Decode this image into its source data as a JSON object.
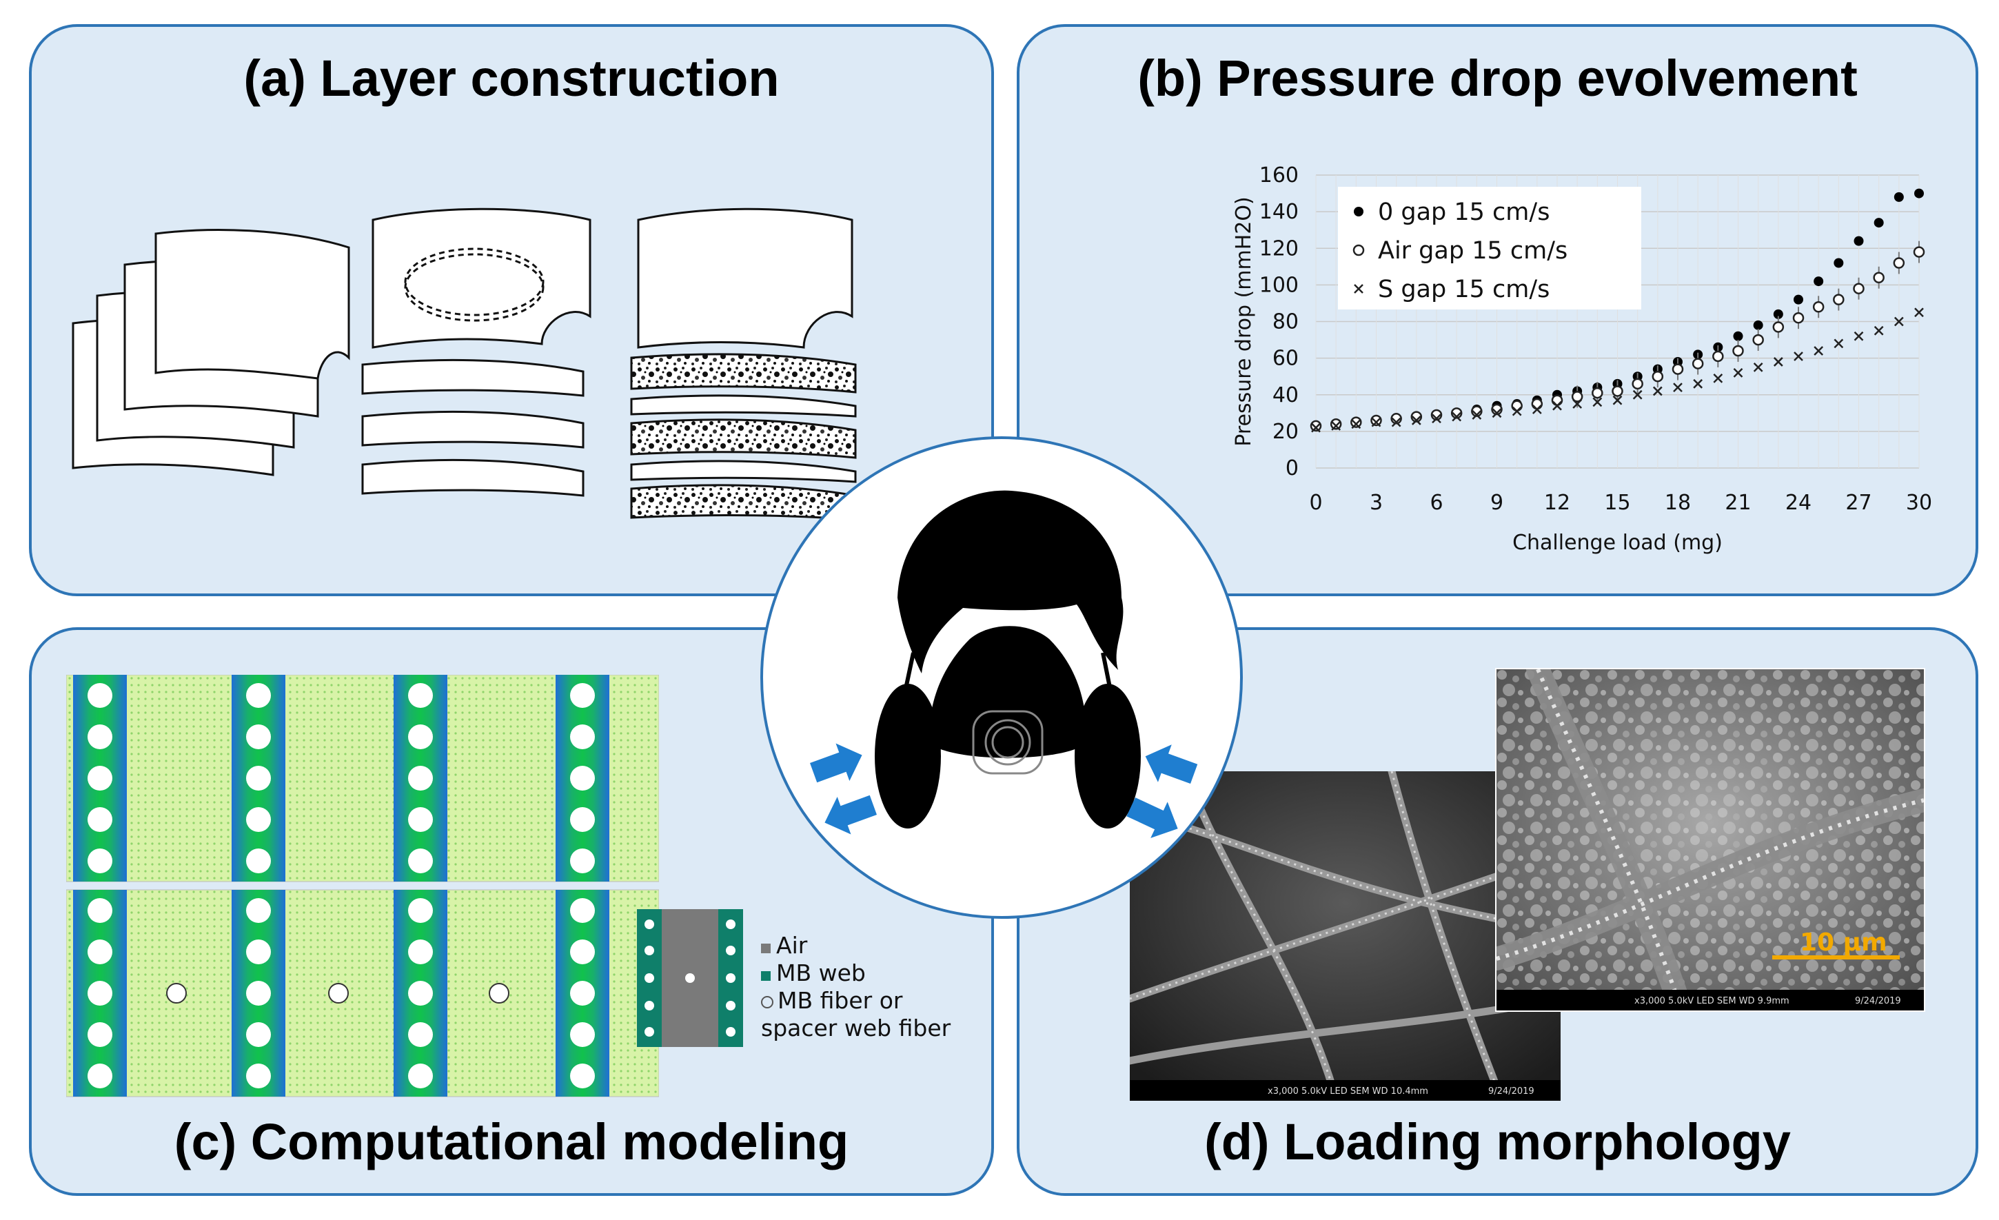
{
  "panels": {
    "a": {
      "title": "(a) Layer construction"
    },
    "b": {
      "title": "(b) Pressure drop evolvement"
    },
    "c": {
      "title": "(c) Computational modeling"
    },
    "d": {
      "title": "(d) Loading morphology"
    }
  },
  "colors": {
    "panel_bg": "#ddeaf6",
    "panel_border": "#2e75b6",
    "arrow": "#1f7ed0",
    "mb_web": "#0f7f6a",
    "air": "#7a7a7a",
    "scale_bar": "#f2a900"
  },
  "chart_data": {
    "type": "scatter",
    "title": "",
    "xlabel": "Challenge load (mg)",
    "ylabel": "Pressure drop (mmH2O)",
    "xlim": [
      0,
      30
    ],
    "ylim": [
      0,
      160
    ],
    "xticks": [
      "0",
      "3",
      "6",
      "9",
      "12",
      "15",
      "18",
      "21",
      "24",
      "27",
      "30"
    ],
    "yticks": [
      "0",
      "20",
      "40",
      "60",
      "80",
      "100",
      "120",
      "140",
      "160"
    ],
    "grid": true,
    "legend_position": "top-left",
    "x": [
      0,
      1,
      2,
      3,
      4,
      5,
      6,
      7,
      8,
      9,
      10,
      11,
      12,
      13,
      14,
      15,
      16,
      17,
      18,
      19,
      20,
      21,
      22,
      23,
      24,
      25,
      26,
      27,
      28,
      29,
      30
    ],
    "series": [
      {
        "name": "0 gap 15 cm/s",
        "marker": "filled-circle",
        "values": [
          23,
          24,
          25,
          26,
          27,
          28,
          29,
          30,
          32,
          34,
          35,
          37,
          40,
          42,
          44,
          46,
          50,
          54,
          58,
          62,
          66,
          72,
          78,
          84,
          92,
          102,
          112,
          124,
          134,
          148,
          150
        ]
      },
      {
        "name": "Air gap 15 cm/s",
        "marker": "open-circle",
        "values": [
          23,
          24,
          25,
          26,
          27,
          28,
          29,
          30,
          31,
          32,
          34,
          35,
          37,
          39,
          41,
          42,
          46,
          50,
          54,
          57,
          61,
          64,
          70,
          77,
          82,
          88,
          92,
          98,
          104,
          112,
          118
        ]
      },
      {
        "name": "S gap 15 cm/s",
        "marker": "x",
        "values": [
          22,
          23,
          24,
          25,
          25,
          26,
          27,
          28,
          29,
          30,
          31,
          32,
          34,
          35,
          36,
          37,
          40,
          42,
          44,
          46,
          49,
          52,
          55,
          58,
          61,
          64,
          68,
          72,
          75,
          80,
          85
        ]
      }
    ]
  },
  "legend_c": {
    "items": [
      "Air",
      "MB web",
      "MB fiber or",
      "spacer web fiber"
    ]
  },
  "sem": {
    "back": {
      "footer": "x3,000    5.0kV  LED    SEM   WD 10.4mm",
      "footer_right": "9/24/2019"
    },
    "front": {
      "scale_label": "10 µm",
      "footer": "x3,000   5.0kV  LED    SEM   WD 9.9mm",
      "footer_right": "9/24/2019"
    }
  }
}
